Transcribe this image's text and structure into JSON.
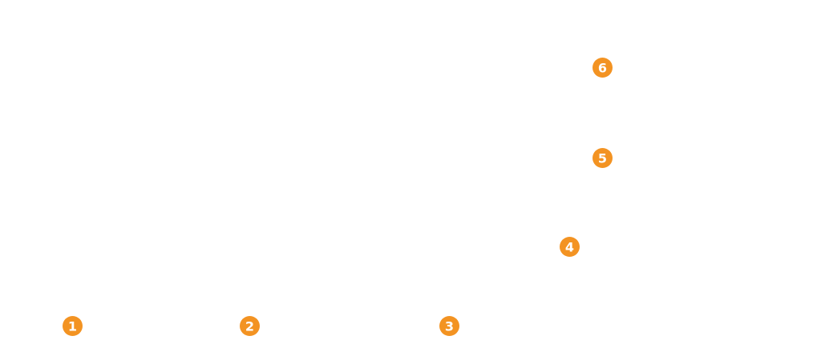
{
  "accent_color": "#f39322",
  "markers": [
    {
      "id": "marker-1",
      "label": "1"
    },
    {
      "id": "marker-2",
      "label": "2"
    },
    {
      "id": "marker-3",
      "label": "3"
    },
    {
      "id": "marker-4",
      "label": "4"
    },
    {
      "id": "marker-5",
      "label": "5"
    },
    {
      "id": "marker-6",
      "label": "6"
    }
  ]
}
